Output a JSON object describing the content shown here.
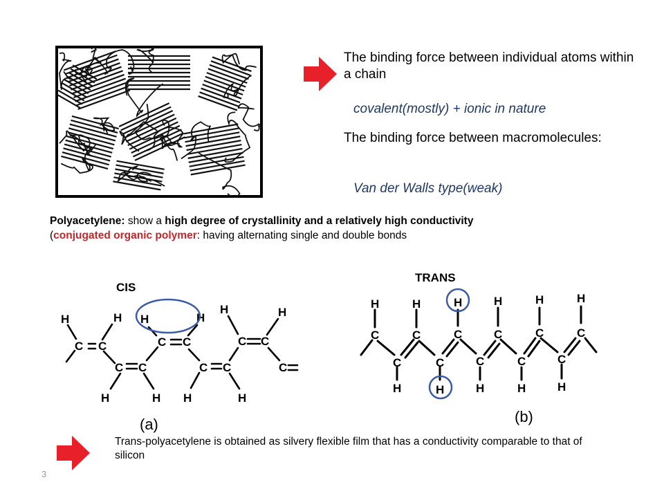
{
  "slide": {
    "bullet_1": "The binding force between individual atoms within a chain",
    "bullet_1_detail": "covalent(mostly) + ionic in nature",
    "bullet_2": "The binding force between macromolecules:",
    "bullet_2_detail": "Van der Walls type(weak)",
    "polyacetylene": {
      "term": "Polyacetylene:",
      "t1": " show a ",
      "b1": "high degree of crystallinity and a relatively high conductivity",
      "t2": "(",
      "red": "conjugated organic polymer",
      "t3": ": having alternating single and double bonds"
    },
    "figure_cis_label": "CIS",
    "figure_trans_label": "TRANS",
    "figure_a_caption": "(a)",
    "figure_b_caption": "(b)",
    "atom_C": "C",
    "atom_H": "H",
    "bottom_note": "Trans-polyacetylene is obtained as silvery flexible film that has a conductivity comparable to that of silicon",
    "page_number": "3"
  },
  "colors": {
    "arrow_red": "#E8202A",
    "highlight_blue": "#3B5BA5",
    "detail_text": "#1F3864",
    "emphasis_red": "#C0282A"
  }
}
